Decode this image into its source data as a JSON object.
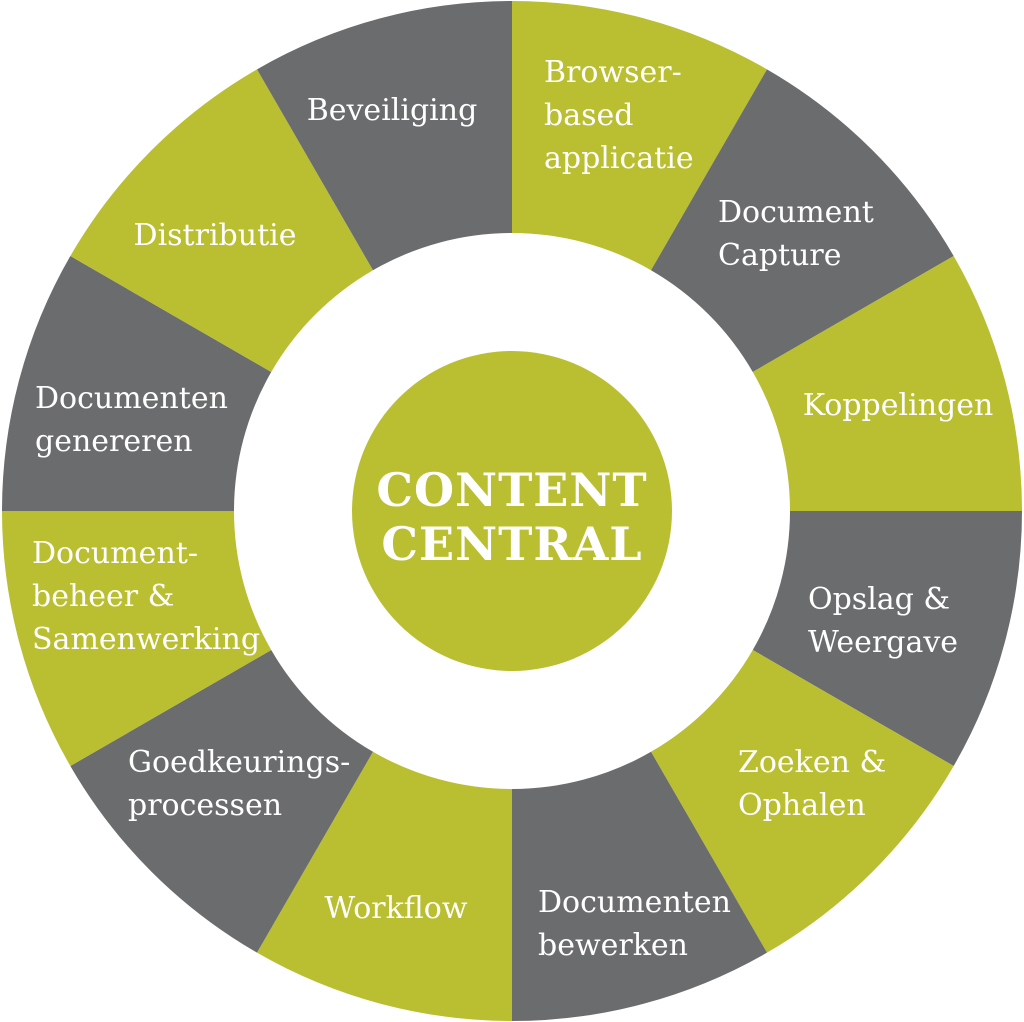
{
  "colors": {
    "green": "#b9bf31",
    "gray": "#6b6c6e",
    "center": "#b9bf31",
    "text": "#ffffff",
    "background": "#ffffff"
  },
  "center": {
    "lines": [
      "CONTENT",
      "CENTRAL"
    ]
  },
  "segments": [
    {
      "id": "browser-based-applicatie",
      "lines": [
        "Browser-",
        "based",
        "applicatie"
      ],
      "color": "green"
    },
    {
      "id": "document-capture",
      "lines": [
        "Document",
        "Capture"
      ],
      "color": "gray"
    },
    {
      "id": "koppelingen",
      "lines": [
        "Koppelingen"
      ],
      "color": "green"
    },
    {
      "id": "opslag-weergave",
      "lines": [
        "Opslag &",
        "Weergave"
      ],
      "color": "gray"
    },
    {
      "id": "zoeken-ophalen",
      "lines": [
        "Zoeken &",
        "Ophalen"
      ],
      "color": "green"
    },
    {
      "id": "documenten-bewerken",
      "lines": [
        "Documenten",
        "bewerken"
      ],
      "color": "gray"
    },
    {
      "id": "workflow",
      "lines": [
        "Workflow"
      ],
      "color": "green"
    },
    {
      "id": "goedkeuringsprocessen",
      "lines": [
        "Goedkeurings-",
        "processen"
      ],
      "color": "gray"
    },
    {
      "id": "documentbeheer-samenwerking",
      "lines": [
        "Document-",
        "beheer &",
        "Samenwerking"
      ],
      "color": "green"
    },
    {
      "id": "documenten-genereren",
      "lines": [
        "Documenten",
        "genereren"
      ],
      "color": "gray"
    },
    {
      "id": "distributie",
      "lines": [
        "Distributie"
      ],
      "color": "green"
    },
    {
      "id": "beveiliging",
      "lines": [
        "Beveiliging"
      ],
      "color": "gray"
    }
  ]
}
